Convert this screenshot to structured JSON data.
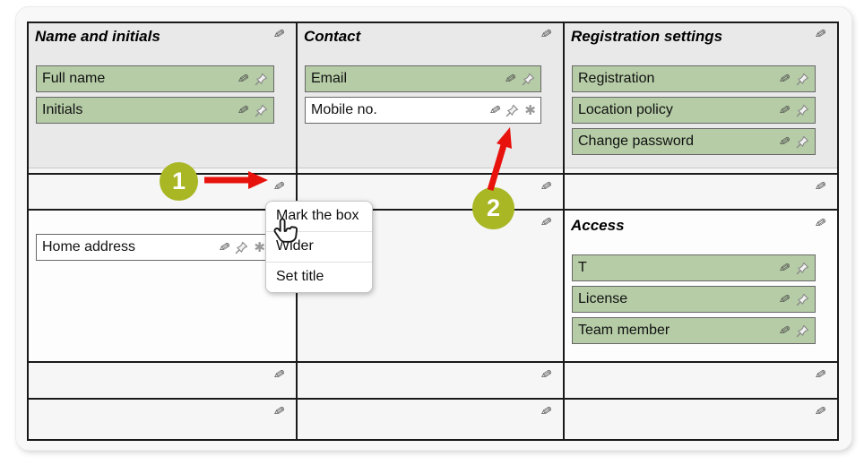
{
  "icons": {
    "edit": "✎",
    "asterisk": "✱"
  },
  "colors": {
    "item_green": "#b5cca6",
    "step_badge": "#a9b725",
    "arrow_red": "#e8120d",
    "box_gray": "#e9e9e9"
  },
  "boxes": {
    "name_initials": {
      "title": "Name and initials",
      "items": [
        {
          "label": "Full name"
        },
        {
          "label": "Initials"
        }
      ]
    },
    "contact": {
      "title": "Contact",
      "items": [
        {
          "label": "Email"
        },
        {
          "label": "Mobile no."
        }
      ]
    },
    "registration": {
      "title": "Registration settings",
      "items": [
        {
          "label": "Registration"
        },
        {
          "label": "Location policy"
        },
        {
          "label": "Change password"
        }
      ]
    },
    "address": {
      "item": {
        "label": "Home address"
      }
    },
    "access": {
      "title": "Access",
      "items": [
        {
          "label": "T"
        },
        {
          "label": "License"
        },
        {
          "label": "Team member"
        }
      ]
    }
  },
  "menu": {
    "items": [
      {
        "label": "Mark the box"
      },
      {
        "label": "Wider"
      },
      {
        "label": "Set title"
      }
    ]
  },
  "annotations": {
    "step1": "1",
    "step2": "2"
  }
}
